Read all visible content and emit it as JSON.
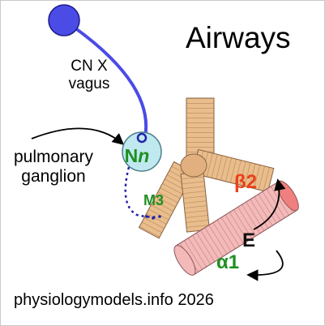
{
  "title": "Airways",
  "nerve": {
    "name_line1": "CN X",
    "name_line2": "vagus"
  },
  "ganglion": {
    "line1": "pulmonary",
    "line2": "ganglion"
  },
  "neuron": {
    "label_main": "N",
    "label_sub": "n"
  },
  "receptors": {
    "m3": "M3",
    "beta2": "β2",
    "alpha1": "α1"
  },
  "hormone": "E",
  "footer": "physiologymodels.info 2026",
  "colors": {
    "nerve": "#4b4be6",
    "neuron_fill": "#bfe8ef",
    "muscarinic": "#1f8f1f",
    "beta": "#e8421c",
    "alpha": "#1f8f1f",
    "bronchial_tree": "#e9bd8c",
    "smooth_muscle": "#f4b9b9",
    "text": "#000000"
  }
}
